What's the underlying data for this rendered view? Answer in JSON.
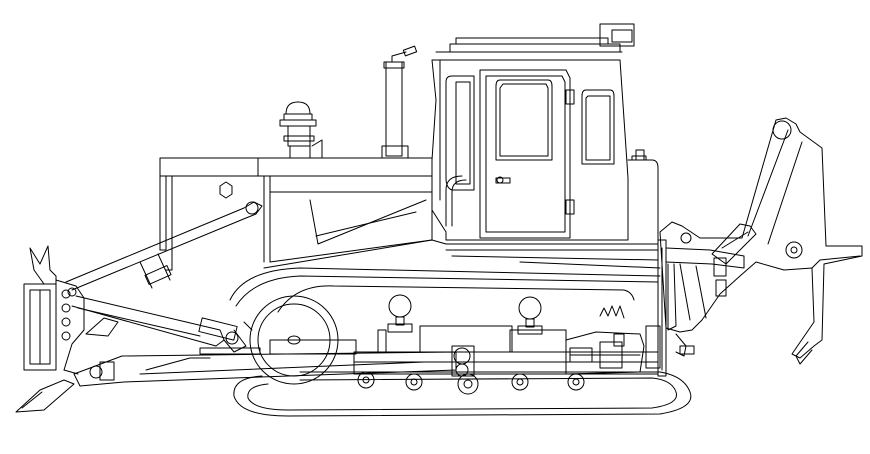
{
  "drawing": {
    "subject": "bulldozer-side-elevation",
    "line_color": "#000000",
    "background": "#ffffff",
    "parts": [
      "cab",
      "engine-hood",
      "exhaust-stack",
      "air-precleaner",
      "front-blade",
      "blade-lift-cylinder",
      "push-arm",
      "track-assembly",
      "track-rollers",
      "carrier-rollers",
      "rear-ripper",
      "ripper-cylinder"
    ]
  }
}
